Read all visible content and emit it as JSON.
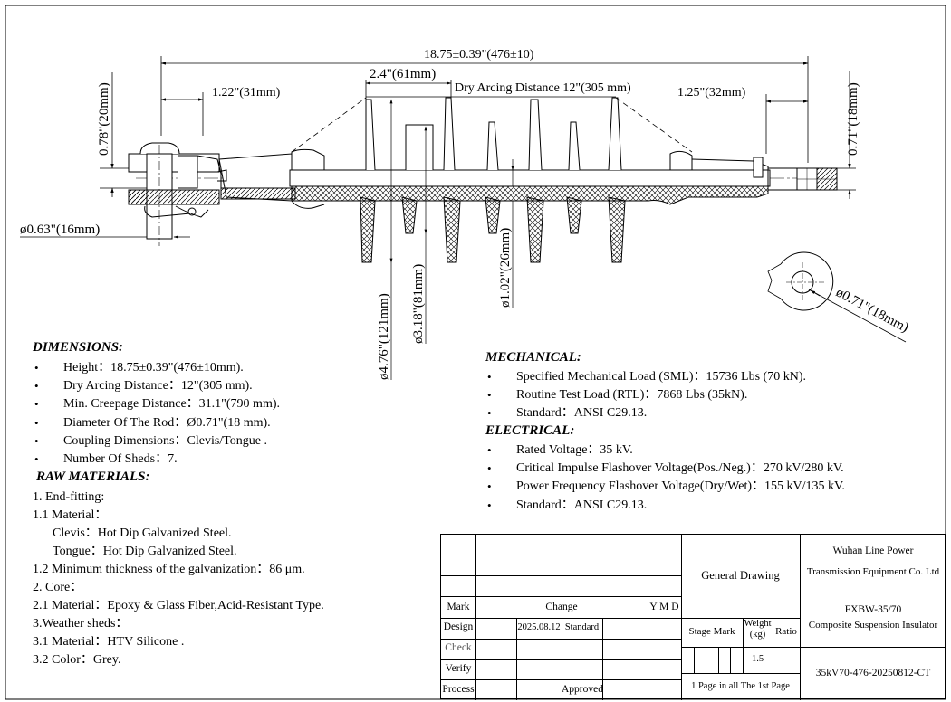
{
  "drawing": {
    "dims": {
      "overall_length": "18.75±0.39\"(476±10)",
      "shed_pitch": "2.4\"(61mm)",
      "dry_arcing": "Dry Arcing Distance 12\"(305 mm)",
      "left_end": "1.22\"(31mm)",
      "right_end": "1.25\"(32mm)",
      "left_height": "0.78\"(20mm)",
      "right_height": "0.71\"(18mm)",
      "pin_dia": "ø0.63\"(16mm)",
      "large_shed": "ø4.76\"(121mm)",
      "small_shed": "ø3.18\"(81mm)",
      "housing": "ø1.02\"(26mm)",
      "rod_section": "ø0.71\"(18mm)"
    }
  },
  "dimensions": {
    "title": "DIMENSIONS:",
    "items": [
      "Height：18.75±0.39\"(476±10mm).",
      "Dry Arcing Distance：12\"(305 mm).",
      "Min. Creepage Distance：31.1\"(790 mm).",
      "Diameter Of  The Rod：Ø0.71\"(18 mm).",
      "Coupling Dimensions：Clevis/Tongue .",
      "Number Of Sheds：7."
    ]
  },
  "raw_materials": {
    "title": "RAW MATERIALS:",
    "lines": [
      "1. End-fitting:",
      "1.1 Material：",
      "Clevis：Hot Dip Galvanized Steel.",
      "Tongue：Hot Dip Galvanized Steel.",
      "1.2  Minimum  thickness of the galvanization：86 μm.",
      "2. Core：",
      "2.1 Material：Epoxy & Glass Fiber,Acid-Resistant Type.",
      "3.Weather sheds：",
      "3.1 Material：HTV Silicone .",
      "3.2 Color：Grey."
    ]
  },
  "mechanical": {
    "title": "MECHANICAL:",
    "items": [
      "Specified Mechanical Load (SML)：15736 Lbs (70 kN).",
      "Routine Test Load (RTL)：7868 Lbs (35kN).",
      "Standard：ANSI C29.13."
    ]
  },
  "electrical": {
    "title": "ELECTRICAL:",
    "items": [
      "Rated Voltage：35 kV.",
      "Critical Impulse Flashover Voltage(Pos./Neg.)：270 kV/280 kV.",
      "Power Frequency Flashover Voltage(Dry/Wet)：155 kV/135 kV.",
      "Standard：ANSI C29.13."
    ]
  },
  "title_block": {
    "mark": "Mark",
    "change": "Change",
    "ymd": "Y M D",
    "design": "Design",
    "date": "2025.08.12",
    "standard": "Standard",
    "check": "Check",
    "verify": "Verify",
    "process": "Process",
    "approved": "Approved",
    "general_drawing": "General Drawing",
    "company_line1": "Wuhan Line Power",
    "company_line2": "Transmission Equipment Co. Ltd",
    "model": "FXBW-35/70",
    "product": "Composite Suspension Insulator",
    "stage_mark": "Stage Mark",
    "weight_label": "Weight\n(kg)",
    "weight_l1": "Weight",
    "weight_l2": "(kg)",
    "ratio": "Ratio",
    "weight_value": "1.5",
    "pages": "1 Page in all The 1st Page",
    "drawing_no": "35kV70-476-20250812-CT"
  }
}
